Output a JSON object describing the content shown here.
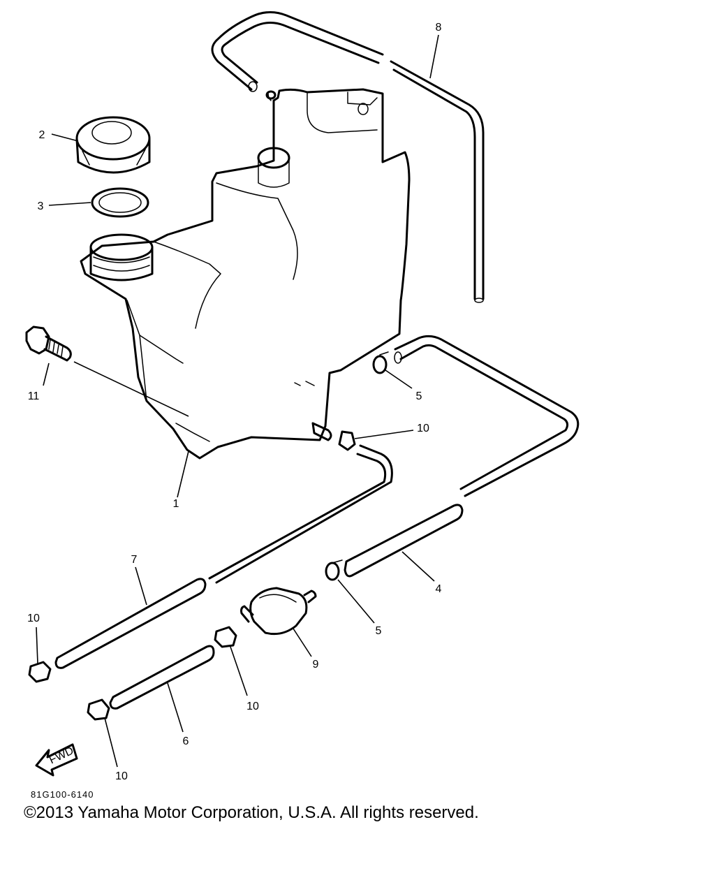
{
  "diagram": {
    "callouts": {
      "n1": "1",
      "n2": "2",
      "n3": "3",
      "n4": "4",
      "n5a": "5",
      "n5b": "5",
      "n6": "6",
      "n7": "7",
      "n8": "8",
      "n9": "9",
      "n10a": "10",
      "n10b": "10",
      "n10c": "10",
      "n10d": "10",
      "n11": "11"
    },
    "fwd_label": "FWD",
    "drawing_code": "81G100-6140"
  },
  "footer": {
    "copyright": "©2013 Yamaha Motor Corporation, U.S.A. All rights reserved."
  }
}
